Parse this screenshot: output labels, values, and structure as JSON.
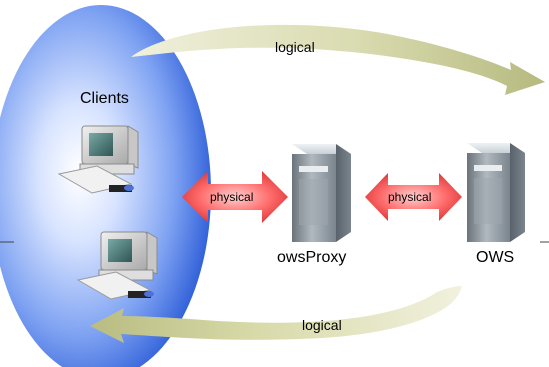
{
  "diagram": {
    "clients_label": "Clients",
    "proxy_label": "owsProxy",
    "server_label": "OWS",
    "top_arrow_label": "logical",
    "bottom_arrow_label": "logical",
    "left_arrow_label": "physical",
    "right_arrow_label": "physical"
  },
  "colors": {
    "client_cloud": "#2f5fd8",
    "logical_arrow": "#d6d8a9",
    "physical_arrow": "#e43a3a",
    "server_body": "#9aa4ad"
  },
  "icons": {
    "clients": "desktop-computer-icon",
    "proxy": "server-tower-icon",
    "ows": "server-tower-icon"
  }
}
